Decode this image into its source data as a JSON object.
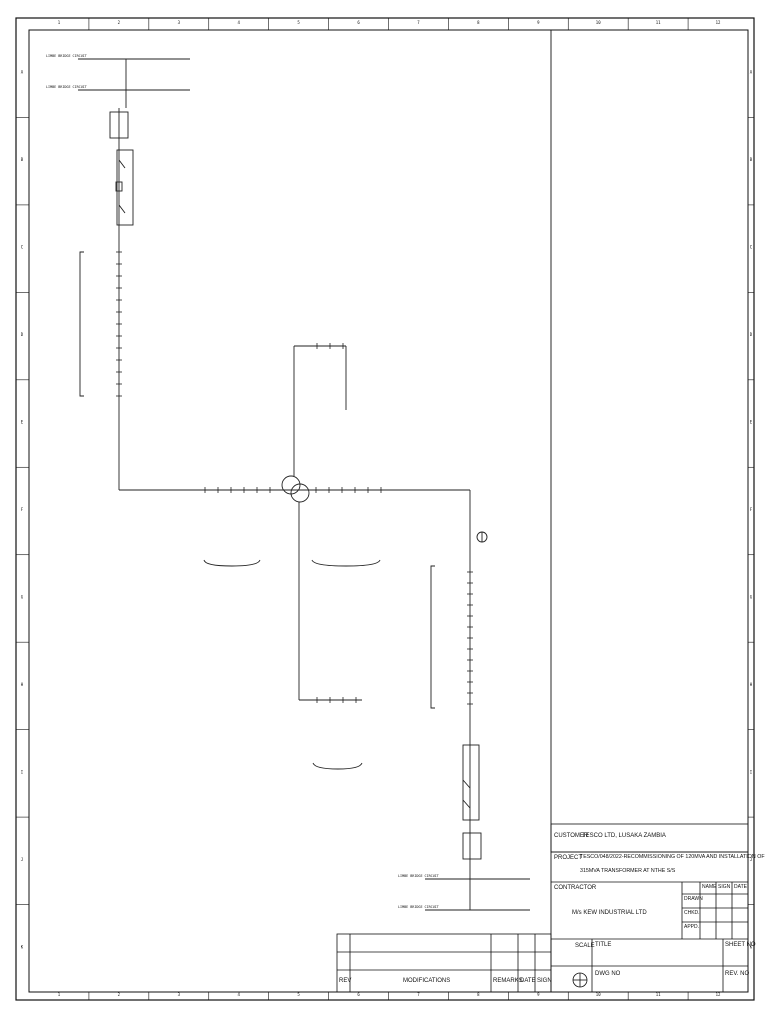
{
  "grid": {
    "cols": [
      "1",
      "2",
      "3",
      "4",
      "5",
      "6",
      "7",
      "8",
      "9",
      "10",
      "11",
      "12"
    ],
    "rows": [
      "A",
      "B",
      "C",
      "D",
      "E",
      "F",
      "G",
      "H",
      "I",
      "J",
      "K"
    ]
  },
  "title_block": {
    "customer_label": "CUSTOMER",
    "customer_value": "TESCO LTD, LUSAKA ZAMBIA",
    "project_label": "PROJECT",
    "project_value_line1": "TESCO/048/2022-RECOMMISSIONING OF 120MVA AND INSTALLATION OF",
    "project_value_line2": "315MVA TRANSFORMER AT NTHE S/S",
    "contractor_label": "CONTRACTOR",
    "contractor_value": "M/s KEW INDUSTRIAL LTD",
    "name_col": "NAME",
    "sign_col": "SIGN",
    "date_col": "DATE",
    "drawn": "DRAWN",
    "chkd": "CHKD.",
    "appd": "APPD.",
    "scale_label": "SCALE",
    "title_label": "TITLE",
    "sheet_no_label": "SHEET NO",
    "dwg_no_label": "DWG NO",
    "rev_no_label": "REV. NO"
  },
  "revision_table": {
    "rev": "REV",
    "modifications": "MODIFICATIONS",
    "remarks": "REMARKS",
    "date": "DATE",
    "sign": "SIGN"
  },
  "diagram_labels": {
    "line_top_a": "LIMBE BRIDGE CIRCUIT",
    "line_top_b": "LIMBE BRIDGE CIRCUIT",
    "line_bot_a": "LIMBE BRIDGE CIRCUIT",
    "line_bot_b": "LIMBE BRIDGE CIRCUIT"
  }
}
